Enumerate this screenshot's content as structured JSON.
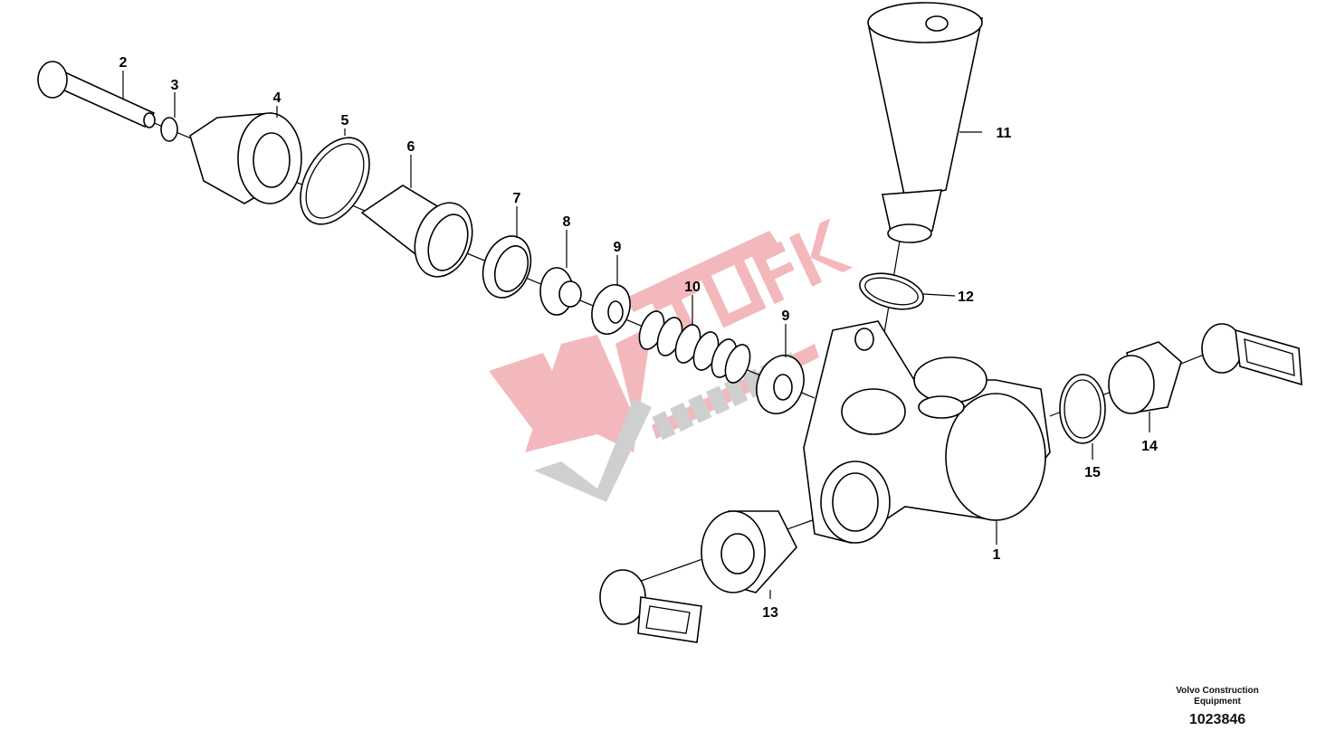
{
  "diagram": {
    "callouts": [
      {
        "id": "c1",
        "text": "1"
      },
      {
        "id": "c2",
        "text": "2"
      },
      {
        "id": "c3",
        "text": "3"
      },
      {
        "id": "c4",
        "text": "4"
      },
      {
        "id": "c5",
        "text": "5"
      },
      {
        "id": "c6",
        "text": "6"
      },
      {
        "id": "c7",
        "text": "7"
      },
      {
        "id": "c8",
        "text": "8"
      },
      {
        "id": "c9a",
        "text": "9"
      },
      {
        "id": "c10",
        "text": "10"
      },
      {
        "id": "c9b",
        "text": "9"
      },
      {
        "id": "c11",
        "text": "11"
      },
      {
        "id": "c12",
        "text": "12"
      },
      {
        "id": "c13",
        "text": "13"
      },
      {
        "id": "c14",
        "text": "14"
      },
      {
        "id": "c15",
        "text": "15"
      }
    ],
    "watermark": {
      "brand": "YM",
      "text1": "TÜRK",
      "text2": "ŞANZIMAN",
      "color_red": "#e8737c",
      "color_gray": "#a0a0a0"
    }
  },
  "footer": {
    "company_line1": "Volvo Construction",
    "company_line2": "Equipment",
    "drawing_number": "1023846"
  }
}
